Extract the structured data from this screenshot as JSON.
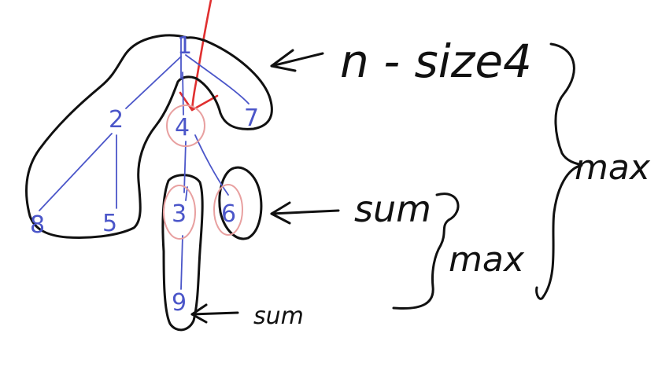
{
  "colors": {
    "tree": "#4b56c9",
    "ink": "#111111",
    "marker": "#e03030",
    "circle": "#e8a0a0",
    "background": "#ffffff"
  },
  "tree": {
    "nodes": {
      "root": "1",
      "n2": "2",
      "n4": "4",
      "n7": "7",
      "n8": "8",
      "n5": "5",
      "n3": "3",
      "n6": "6",
      "n9": "9"
    }
  },
  "annotations": {
    "top_label": "n - size4",
    "sum_right": "sum",
    "sum_bottom": "sum",
    "max_inner": "max",
    "max_outer": "max"
  }
}
